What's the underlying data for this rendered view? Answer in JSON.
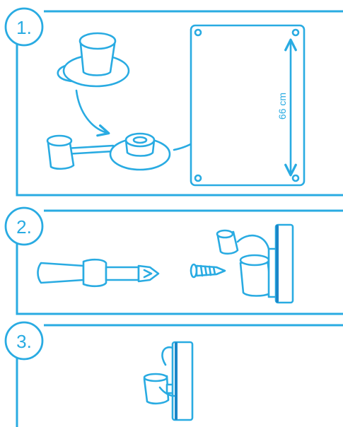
{
  "colors": {
    "accent": "#29abe2",
    "plate": "#1a86c8"
  },
  "steps": [
    {
      "number": "1."
    },
    {
      "number": "2."
    },
    {
      "number": "3."
    }
  ],
  "measurement": {
    "text": "66 cm"
  },
  "icons": [
    "cup-holder-icon",
    "curved-arrow-icon",
    "mounting-plate-icon",
    "double-arrow-icon",
    "screwdriver-icon",
    "screw-icon",
    "assembled-holder-icon"
  ]
}
